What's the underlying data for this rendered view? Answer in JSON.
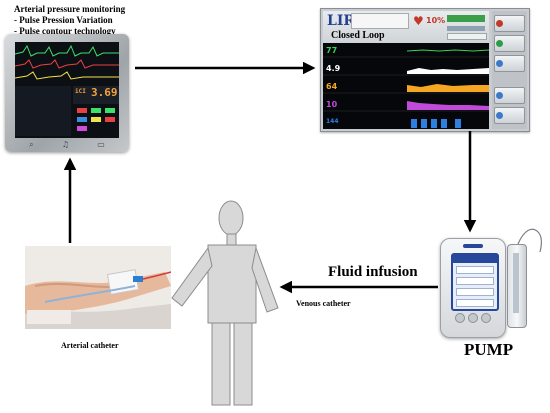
{
  "labels": {
    "monitor_title": "Arterial pressure monitoring",
    "monitor_item_1": "- Pulse Pression Variation",
    "monitor_item_2": "- Pulse contour technology",
    "closed_loop": "Closed Loop",
    "fluid_infusion": "Fluid infusion",
    "venous_catheter": "Venous catheter",
    "arterial_catheter": "Arterial catheter",
    "pump": "PUMP"
  },
  "monitor_screen": {
    "big_value": "3.69",
    "big_prefix": "iCI"
  },
  "loop_screen": {
    "logo": "LIR",
    "percent": "10%",
    "row_values": [
      "77",
      "4.9",
      "64",
      "10",
      "144"
    ],
    "row_colors": [
      "#39d353",
      "#ffffff",
      "#f5a623",
      "#c04bd9",
      "#2f7fe0"
    ],
    "side_buttons": [
      {
        "color": "#c0392b"
      },
      {
        "color": "#2e9c4a"
      },
      {
        "color": "#3b79c9"
      },
      {
        "color": "#3b79c9"
      },
      {
        "color": "#3b79c9"
      }
    ]
  },
  "colors": {
    "arrow": "#000000",
    "figure_fill": "#d8d8d8",
    "figure_stroke": "#8c8c8c",
    "pump_blue": "#27489a"
  }
}
